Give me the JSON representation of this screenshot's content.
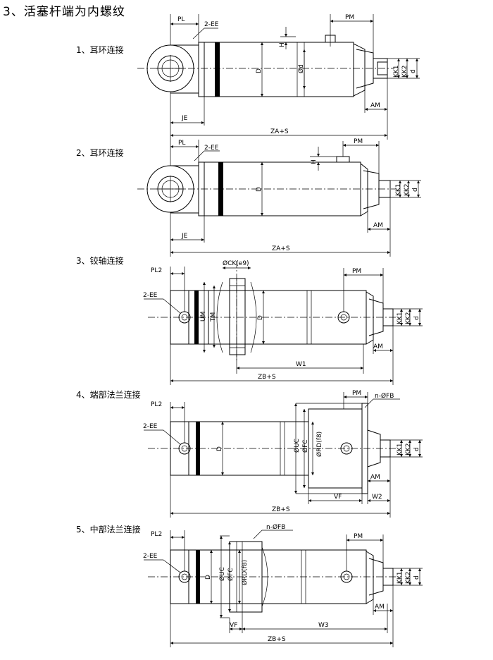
{
  "title": "3、活塞杆端为内螺纹",
  "sections": [
    {
      "heading": "1、耳环连接",
      "labels": {
        "pl": "PL",
        "ee": "2-EE",
        "h": "H",
        "pm": "PM",
        "d": "D",
        "d1": "Ød",
        "kk1": "KK1",
        "kk2": "KK2",
        "dd": "d",
        "am": "AM",
        "je": "JE",
        "za": "ZA+S"
      }
    },
    {
      "heading": "2、耳环连接",
      "labels": {
        "pl": "PL",
        "ee": "2-EE",
        "h": "H",
        "pm": "PM",
        "d": "D",
        "kk1": "KK1",
        "kk2": "KK2",
        "dd": "d",
        "am": "AM",
        "je": "JE",
        "za": "ZA+S"
      }
    },
    {
      "heading": "3、铰轴连接",
      "labels": {
        "pl2": "PL2",
        "ck": "ØCK(e9)",
        "ee": "2-EE",
        "um": "UM",
        "tm": "TM",
        "d": "D",
        "pm": "PM",
        "kk1": "KK1",
        "kk2": "KK2",
        "dd": "d",
        "am": "AM",
        "w1": "W1",
        "zb": "ZB+S"
      }
    },
    {
      "heading": "4、端部法兰连接",
      "labels": {
        "pm": "PM",
        "nfb": "n-ØFB",
        "pl2": "PL2",
        "ee": "2-EE",
        "d": "D",
        "uc": "ØUC",
        "fc": "ØFC",
        "rd": "ØRD(f8)",
        "kk1": "KK1",
        "kk2": "KK2",
        "dd": "d",
        "am": "AM",
        "vf": "VF",
        "w2": "W2",
        "zb": "ZB+S"
      }
    },
    {
      "heading": "5、中部法兰连接",
      "labels": {
        "nfb": "n-ØFB",
        "pl2": "PL2",
        "ee": "2-EE",
        "d": "D",
        "uc": "ØUC",
        "fc": "ØFC",
        "rd": "ØRD(f8)",
        "pm": "PM",
        "kk1": "KK1",
        "kk2": "KK2",
        "dd": "d",
        "am": "AM",
        "vf": "VF",
        "w3": "W3",
        "zb": "ZB+S"
      }
    }
  ]
}
